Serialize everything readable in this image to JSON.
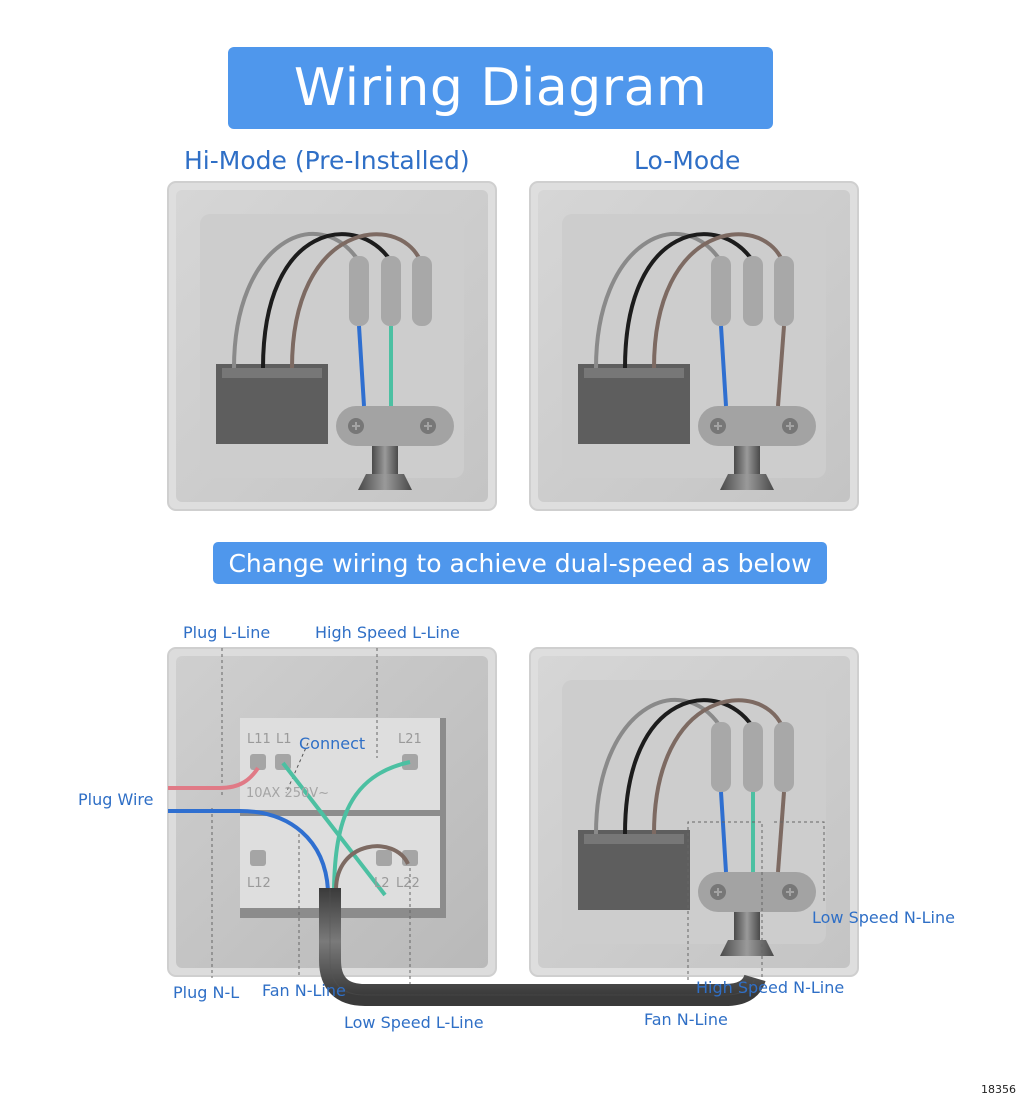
{
  "title": "Wiring Diagram",
  "subtitle": "Change wiring to achieve dual-speed as below",
  "panels": {
    "hi_mode": {
      "title": "Hi-Mode (Pre-Installed)"
    },
    "lo_mode": {
      "title": "Lo-Mode"
    }
  },
  "switch_panel": {
    "terminals": {
      "l11": "L11",
      "l1": "L1",
      "l21": "L21",
      "l12": "L12",
      "l2": "L2",
      "l22": "L22"
    },
    "rating": "10AX 250V~",
    "connect_label": "Connect"
  },
  "labels": {
    "plug_l_line": "Plug L-Line",
    "high_speed_l_line": "High Speed L-Line",
    "plug_wire": "Plug Wire",
    "plug_n_l": "Plug N-L",
    "fan_n_line_left": "Fan N-Line",
    "low_speed_l_line": "Low Speed L-Line",
    "low_speed_n_line": "Low Speed N-Line",
    "high_speed_n_line": "High Speed N-Line",
    "fan_n_line_right": "Fan N-Line"
  },
  "wire_colors": {
    "gray": "#8a8a8a",
    "black": "#1c1c1c",
    "brown": "#7d6a62",
    "blue": "#2f6fd0",
    "green": "#4cc0a2",
    "red": "#e07a86"
  },
  "image_id": "18356"
}
